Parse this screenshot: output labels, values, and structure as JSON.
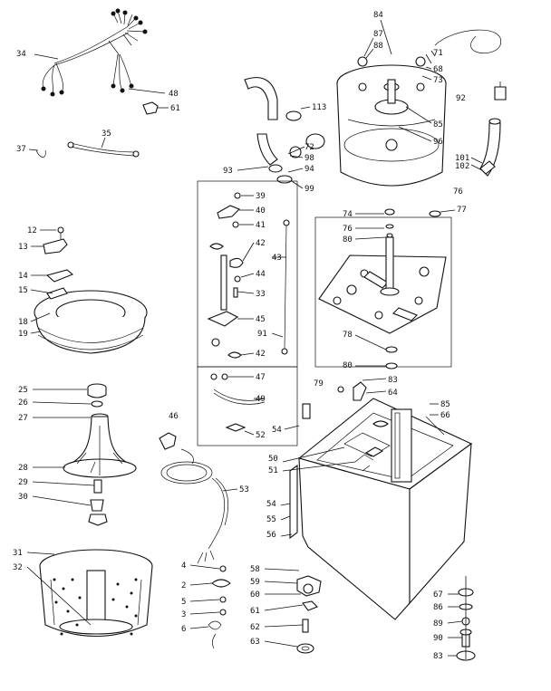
{
  "labels": {
    "l34": "34",
    "l48": "48",
    "l61": "61",
    "l35": "35",
    "l37": "37",
    "l12": "12",
    "l13": "13",
    "l14": "14",
    "l15": "15",
    "l18": "18",
    "l19": "19",
    "l25": "25",
    "l26": "26",
    "l27": "27",
    "l28": "28",
    "l29": "29",
    "l30": "30",
    "l31": "31",
    "l32": "32",
    "l113": "113",
    "l93": "93",
    "l72": "72",
    "l98": "98",
    "l94": "94",
    "l99": "99",
    "l39": "39",
    "l40": "40",
    "l41": "41",
    "l42a": "42",
    "l43": "43",
    "l44": "44",
    "l33": "33",
    "l45": "45",
    "l91": "91",
    "l42b": "42",
    "l47": "47",
    "l49": "49",
    "l52": "52",
    "l46": "46",
    "l53": "53",
    "l4": "4",
    "l2": "2",
    "l5": "5",
    "l3": "3",
    "l6": "6",
    "l84": "84",
    "l87": "87",
    "l88": "88",
    "l71": "71",
    "l68": "68",
    "l73": "73",
    "l92": "92",
    "l85": "85",
    "l96": "96",
    "l101": "101",
    "l102": "102",
    "l76a": "76",
    "l77": "77",
    "l74": "74",
    "l76b": "76",
    "l80a": "80",
    "l78": "78",
    "l80b": "80",
    "l79": "79",
    "l83a": "83",
    "l64": "64",
    "l85b": "85",
    "l66": "66",
    "l54a": "54",
    "l50": "50",
    "l51": "51",
    "l54b": "54",
    "l55": "55",
    "l56": "56",
    "l58": "58",
    "l59": "59",
    "l60": "60",
    "l61b": "61",
    "l62": "62",
    "l63": "63",
    "l67": "67",
    "l86": "86",
    "l89": "89",
    "l90": "90",
    "l83b": "83"
  }
}
